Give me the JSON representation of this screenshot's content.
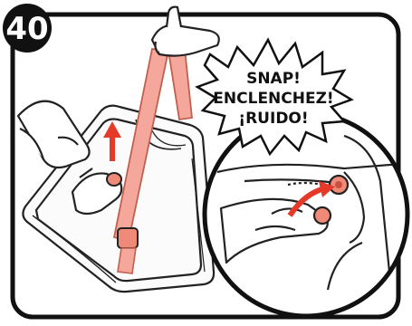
{
  "step": {
    "number": "40"
  },
  "callout": {
    "line1": "SNAP!",
    "line2": "ENCLENCHEZ!",
    "line3": "¡RUIDO!"
  },
  "colors": {
    "strap": "#f4a79a",
    "strap_outline": "#c06050",
    "button": "#f08a78",
    "arrow": "#e53a2a",
    "ink": "#111111",
    "badge": "#111111"
  }
}
